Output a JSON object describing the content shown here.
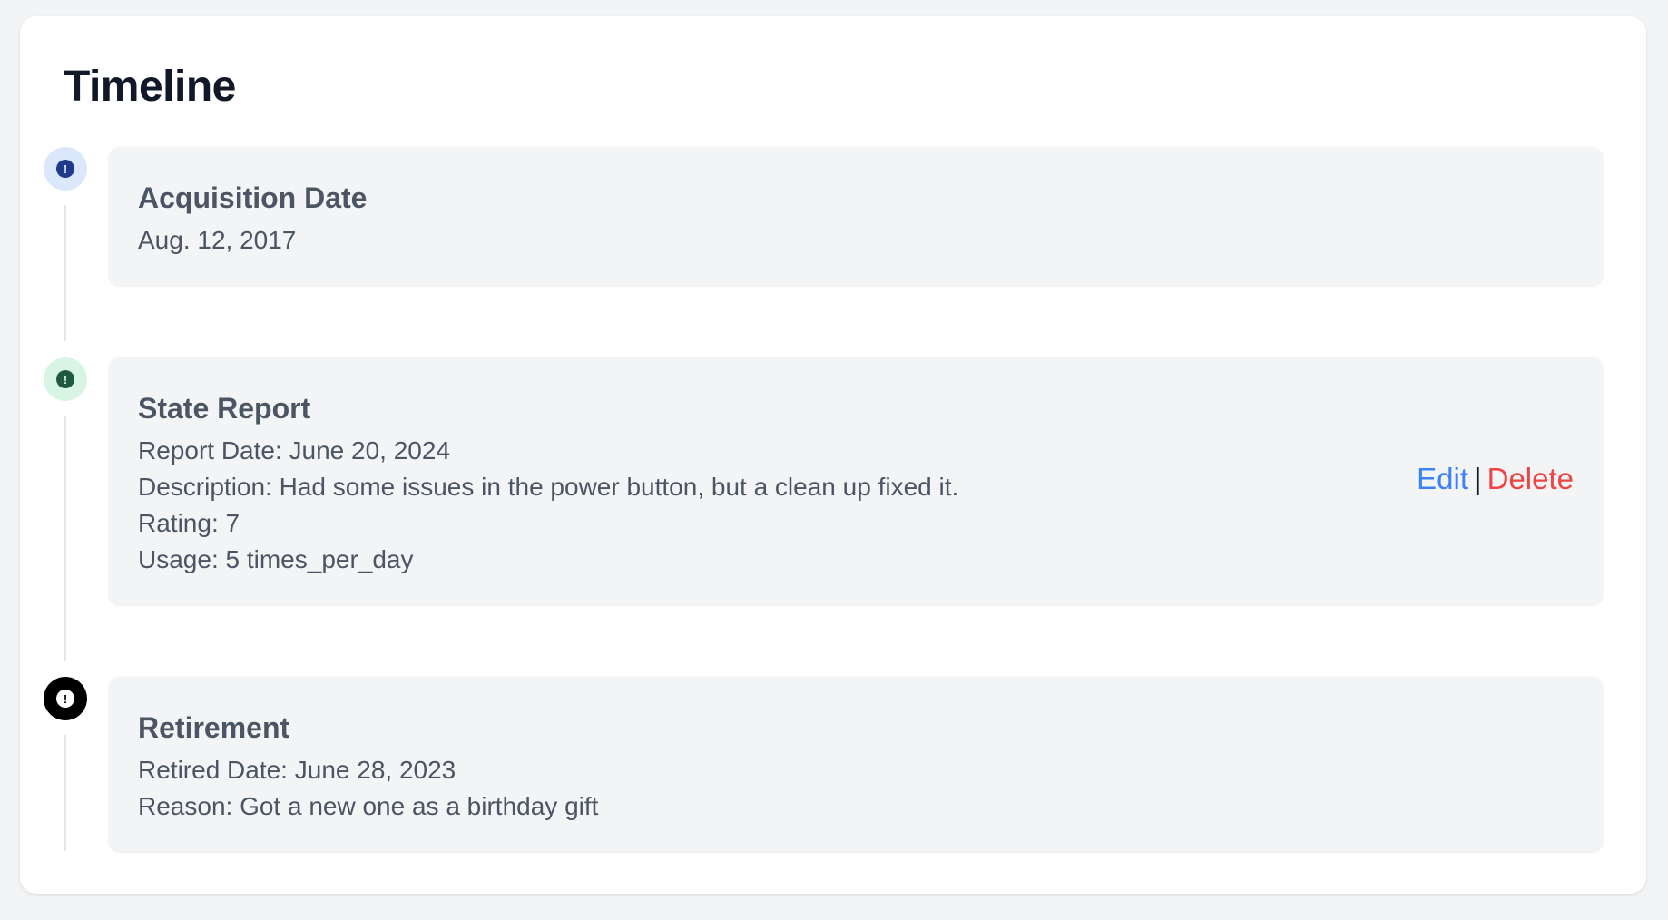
{
  "title": "Timeline",
  "events": [
    {
      "heading": "Acquisition Date",
      "lines": [
        "Aug. 12, 2017"
      ],
      "marker": {
        "bg": "#dbe7fb",
        "dot": "#1e3a8a",
        "glyph": "!"
      }
    },
    {
      "heading": "State Report",
      "lines": [
        "Report Date: June 20, 2024",
        "Description: Had some issues in the power button, but a clean up fixed it.",
        "Rating: 7",
        "Usage: 5 times_per_day"
      ],
      "marker": {
        "bg": "#d8f5e3",
        "dot": "#1f5a3f",
        "glyph": "!"
      },
      "actions": {
        "edit": "Edit",
        "separator": "|",
        "delete": "Delete"
      }
    },
    {
      "heading": "Retirement",
      "lines": [
        "Retired Date: June 28, 2023",
        "Reason: Got a new one as a birthday gift"
      ],
      "marker": {
        "bg": "#000000",
        "dot": "#ffffff",
        "glyph": "!"
      }
    }
  ],
  "colors": {
    "edit": "#3b82f6",
    "delete": "#ef4444"
  }
}
